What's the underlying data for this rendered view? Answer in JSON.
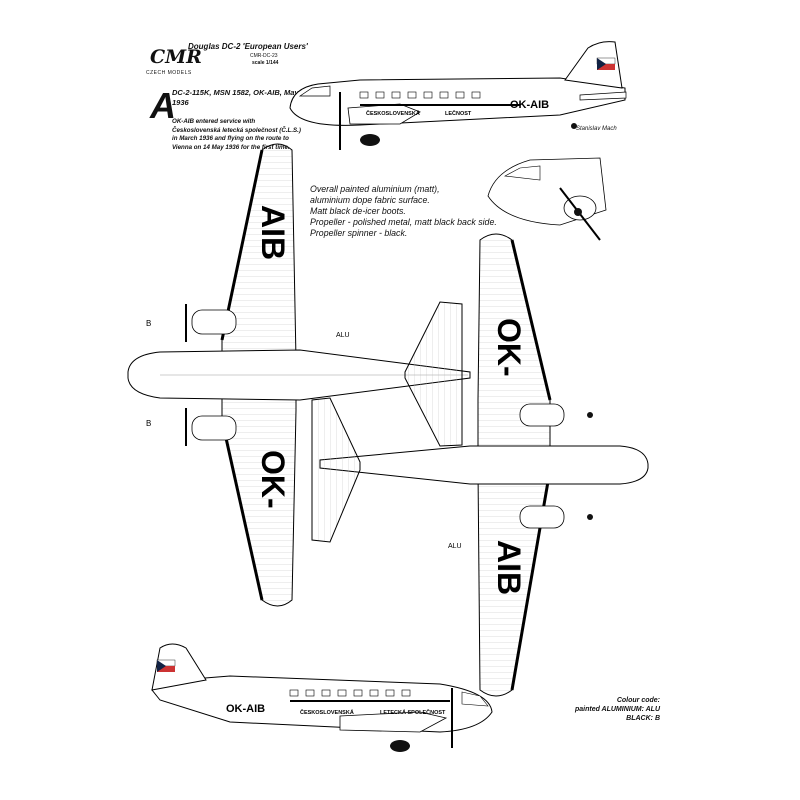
{
  "header": {
    "logo_text": "CMR",
    "logo_subtext": "CZECH MODELS",
    "title": "Douglas DC-2 'European Users'",
    "reference": "CMR-DC-23",
    "scale": "scale 1/144"
  },
  "variant": {
    "letter": "A",
    "subtitle": "DC-2-115K, MSN 1582, OK-AIB, May 1936",
    "history": "OK-AIB entered service with Československá letecká společnost (Č.L.S.) in March 1936 and flying on the route to Vienna on 14 May 1936 for the first time."
  },
  "paint_notes": [
    "Overall painted aluminium (matt),",
    "aluminium dope fabric surface.",
    "Matt black de-icer boots.",
    "Propeller - polished metal, matt black back side.",
    "Propeller spinner - black."
  ],
  "markings": {
    "registration": "OK-AIB",
    "wing_upper_1": "OK-",
    "wing_upper_2": "AIB",
    "wing_lower_1": "OK-",
    "wing_lower_2": "AIB",
    "fuselage_title_1": "ČESKOSLOVENSKÁ",
    "fuselage_title_2": "LETECKÁ SPOLEČNOST",
    "fuselage_title_1_partial": "ČESKOSLOVENSKÁ",
    "fuselage_title_2_partial": "LEČNOST"
  },
  "callout_labels": {
    "aluminium": "ALU",
    "black": "B"
  },
  "signature": "Stanislav Mach",
  "colour_note": {
    "heading": "Colour code:",
    "line1": "painted ALUMINIUM: ALU",
    "line2": "BLACK: B"
  }
}
